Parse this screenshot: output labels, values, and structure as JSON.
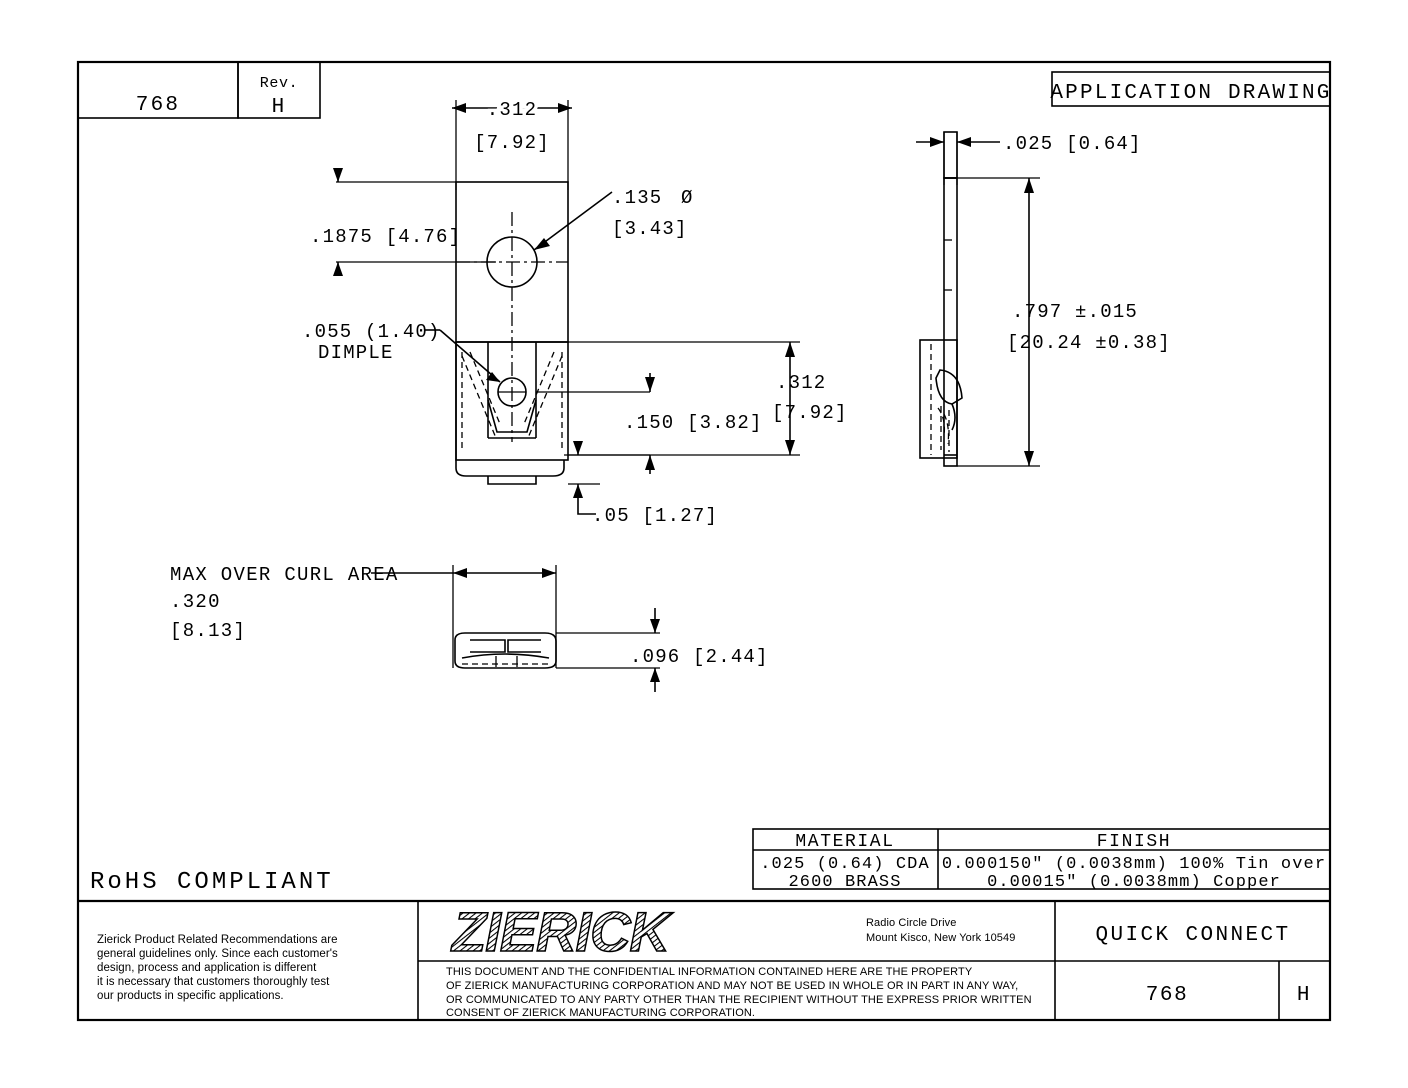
{
  "header": {
    "part_number": "768",
    "rev_label": "Rev.",
    "rev_value": "H",
    "drawing_type": "APPLICATION DRAWING"
  },
  "front_view": {
    "width_in": ".312",
    "width_mm": "[7.92]",
    "hole_offset": ".1875 [4.76]",
    "hole_dia_in": ".135",
    "hole_dia_sym": "Ø",
    "hole_dia_mm": "[3.43]",
    "dimple_label": ".055 (1.40)",
    "dimple_label2": "DIMPLE",
    "tab_height_in": ".312",
    "tab_height_mm": "[7.92]",
    "slot_height": ".150 [3.82]",
    "foot_height": ".05 [1.27]"
  },
  "side_view": {
    "thickness": ".025 [0.64]",
    "overall_in": ".797 ±.015",
    "overall_mm": "[20.24 ±0.38]"
  },
  "bottom_view": {
    "curl_note": "MAX OVER CURL AREA",
    "curl_in": ".320",
    "curl_mm": "[8.13]",
    "curl_height": ".096 [2.44]"
  },
  "spec_table": {
    "headers": [
      "MATERIAL",
      "FINISH"
    ],
    "material_line1": ".025 (0.64) CDA",
    "material_line2": "2600 BRASS",
    "finish_line1": "0.000150\" (0.0038mm) 100% Tin over",
    "finish_line2": "0.00015\" (0.0038mm) Copper"
  },
  "compliance": {
    "rohs": "RoHS COMPLIANT"
  },
  "title_block": {
    "recommendations": "Zierick Product Related Recommendations are general guidelines only. Since each customer's design, process and application is different it is necessary that customers thoroughly test our products in specific applications.",
    "recommendations_lines": [
      "Zierick Product Related Recommendations are",
      "general guidelines only. Since each customer's",
      "design, process and application is different",
      "it is necessary that customers thoroughly test",
      "our products in specific applications."
    ],
    "company_logo": "ZIERICK",
    "address_line1": "Radio Circle Drive",
    "address_line2": "Mount Kisco, New York 10549",
    "legal_lines": [
      "THIS DOCUMENT AND THE CONFIDENTIAL INFORMATION CONTAINED HERE ARE THE PROPERTY",
      "OF ZIERICK MANUFACTURING CORPORATION AND MAY NOT BE USED IN WHOLE OR IN PART IN ANY WAY,",
      "OR COMMUNICATED TO ANY PARTY OTHER THAN THE RECIPIENT WITHOUT THE EXPRESS PRIOR WRITTEN",
      "CONSENT OF ZIERICK MANUFACTURING CORPORATION."
    ],
    "product_name": "QUICK CONNECT",
    "drawing_number": "768",
    "drawing_rev": "H"
  },
  "colors": {
    "line": "#000000",
    "background": "#ffffff"
  }
}
